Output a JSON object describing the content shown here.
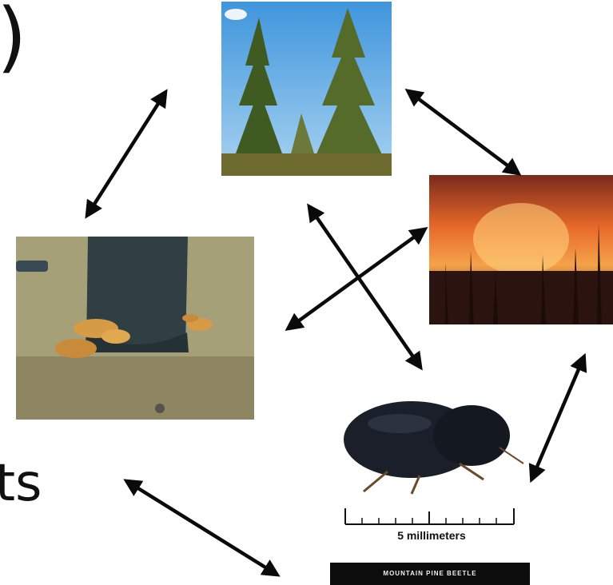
{
  "fragments": {
    "top_left": ")",
    "bottom_left": "ts"
  },
  "beetle": {
    "scale_label": "5 millimeters",
    "banner_label": "MOUNTAIN PINE BEETLE"
  },
  "photos": {
    "pine_trees": "pine-trees-photo",
    "forest_fire": "forest-fire-photo",
    "tree_fungus": "tree-fungus-photo",
    "mountain_pine_beetle": "mountain-pine-beetle-photo"
  },
  "colors": {
    "arrow": "#0a0a0a",
    "fire_orange": "#e8692a",
    "sky_blue": "#5aa7e0",
    "fungus_orange": "#d79a45"
  }
}
